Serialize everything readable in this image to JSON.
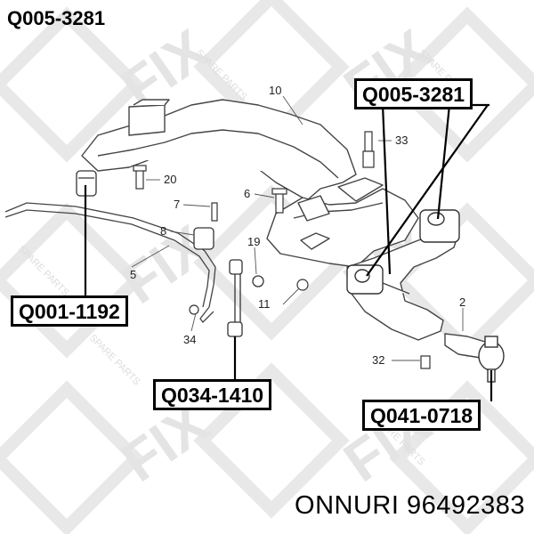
{
  "header": {
    "part_code": "Q005-3281"
  },
  "footer": {
    "brand": "ONNURI",
    "oem_number": "96492383"
  },
  "watermark": {
    "brand": "FIX",
    "tagline": "SPARE PARTS"
  },
  "part_labels": [
    {
      "id": "q005",
      "code": "Q005-3281"
    },
    {
      "id": "q001",
      "code": "Q001-1192"
    },
    {
      "id": "q034",
      "code": "Q034-1410"
    },
    {
      "id": "q041",
      "code": "Q041-0718"
    }
  ],
  "callouts": [
    "10",
    "33",
    "20",
    "7",
    "6",
    "8",
    "19",
    "5",
    "11",
    "34",
    "2",
    "32"
  ],
  "colors": {
    "line": "#444444",
    "watermark": "#e6e6e6",
    "text": "#000000"
  }
}
